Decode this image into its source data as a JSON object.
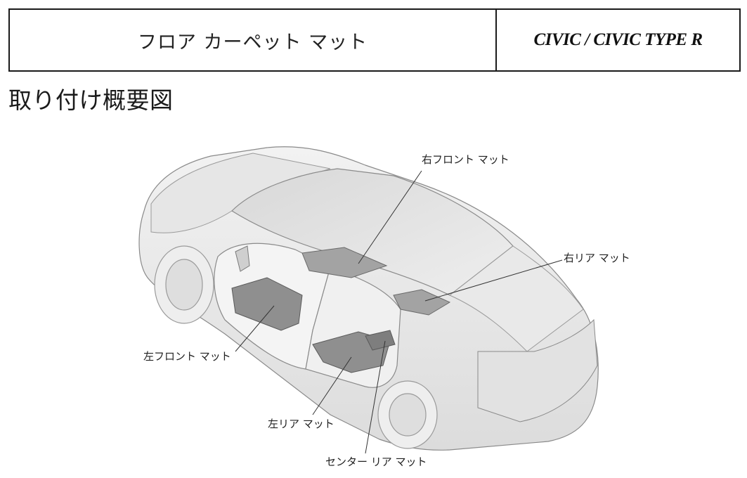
{
  "header": {
    "title": "フロア カーペット マット",
    "model": "CIVIC / CIVIC TYPE R"
  },
  "section_heading": "取り付け概要図",
  "callouts": {
    "right_front": "右フロント マット",
    "right_rear": "右リア マット",
    "left_front": "左フロント マット",
    "left_rear": "左リア マット",
    "center_rear": "センター リア マット"
  }
}
